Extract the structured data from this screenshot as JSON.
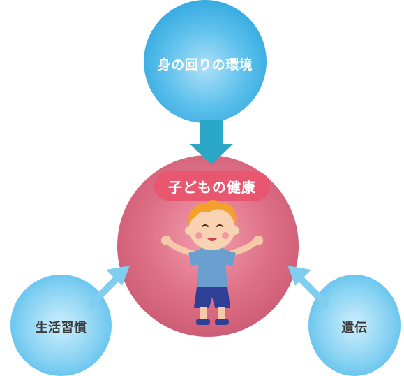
{
  "diagram": {
    "center": {
      "label": "子どもの健康"
    },
    "factors": [
      {
        "label": "身の回りの環境"
      },
      {
        "label": "生活習慣"
      },
      {
        "label": "遺伝"
      }
    ]
  },
  "colors": {
    "factor_circle": "#4fb8e8",
    "arrow": "#2ba8c8",
    "center_circle": "#d9687e",
    "title_pill": "#e8576f",
    "label_dark": "#3c3c3c"
  },
  "icons": [
    "arrow-down-icon",
    "arrow-up-right-icon",
    "arrow-up-left-icon",
    "child-illustration"
  ]
}
